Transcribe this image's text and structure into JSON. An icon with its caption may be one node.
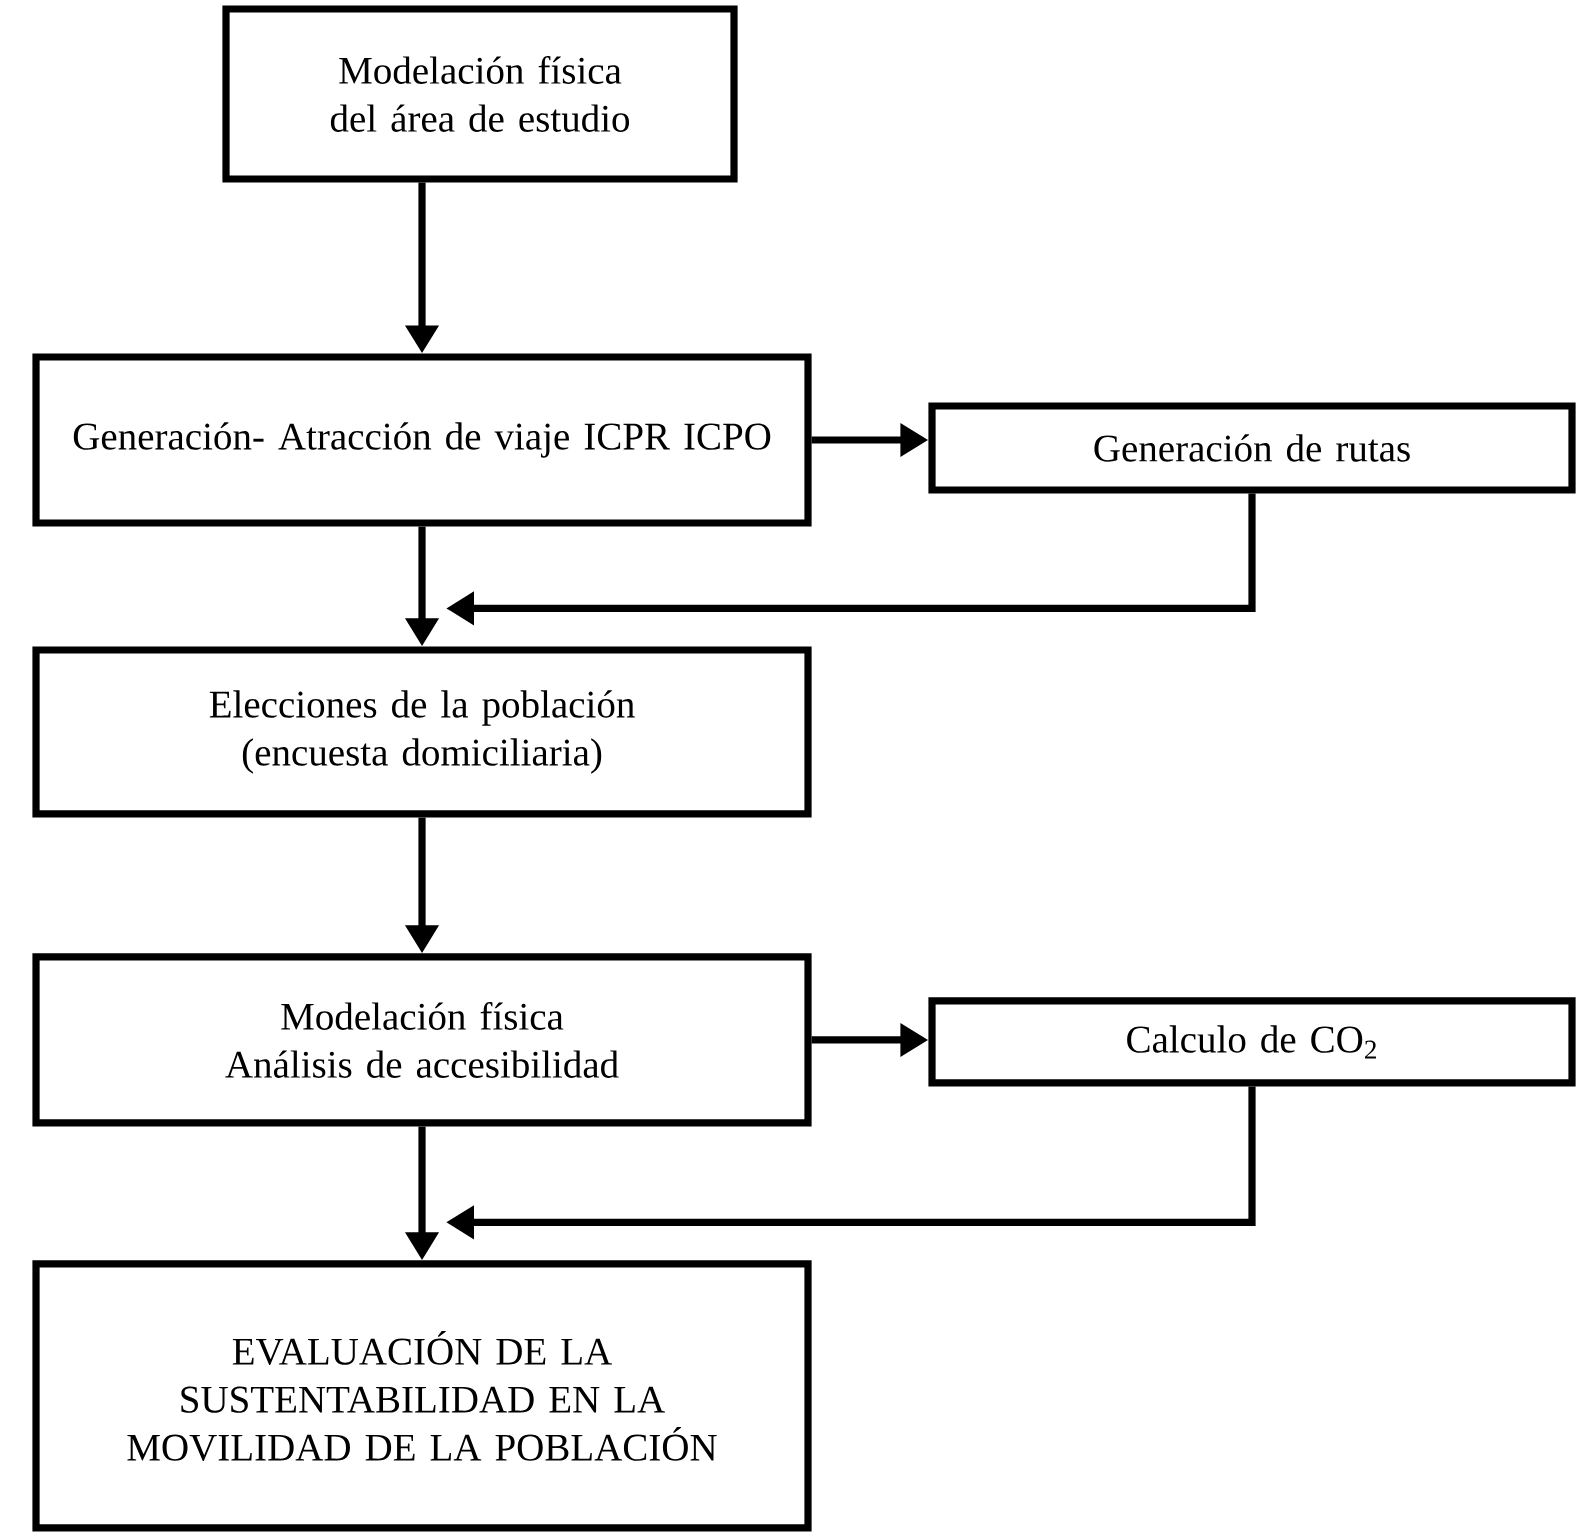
{
  "diagram": {
    "nodes": [
      {
        "text": [
          "Modelación física del área de estudio"
        ]
      },
      {
        "text": [
          "Generación- Atracción de viaje ICPR ICPO"
        ]
      },
      {
        "text": [
          "Generación de rutas"
        ]
      },
      {
        "text": [
          "Elecciones de la población (encuesta domiciliaria)"
        ]
      },
      {
        "text": [
          "Modelación física Análisis de accesibilidad"
        ]
      },
      {
        "text": [
          "Calculo de CO$_{2}$"
        ]
      },
      {
        "text": [
          "EVALUACIÓN DE LA SUSTENTABILIDAD EN LA MOVILIDAD DE LA POBLACIÓN"
        ]
      }
    ],
    "edges": [
      {
        "from": 0,
        "to": 1,
        "arrow": "to"
      },
      {
        "from": 1,
        "to": 2,
        "arrow": "to"
      },
      {
        "from": 1,
        "to": 3,
        "arrow": "to"
      },
      {
        "from": 2,
        "to": 3,
        "arrow": "to"
      },
      {
        "from": 3,
        "to": 4,
        "arrow": "to"
      },
      {
        "from": 4,
        "to": 5,
        "arrow": "to"
      },
      {
        "from": 4,
        "to": 6,
        "arrow": "to"
      },
      {
        "from": 5,
        "to": 6,
        "arrow": "to"
      }
    ]
  }
}
